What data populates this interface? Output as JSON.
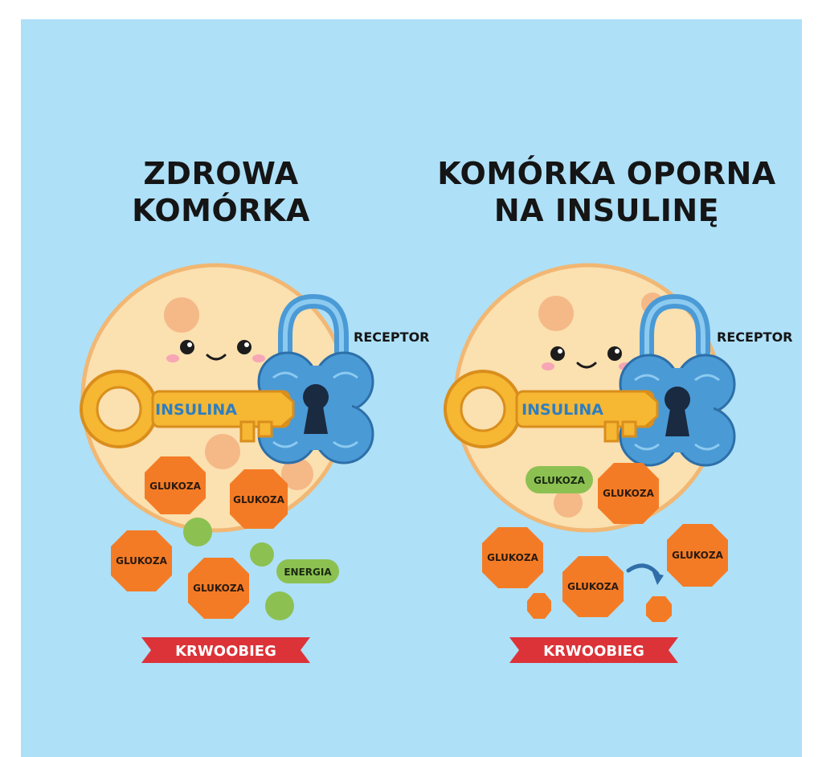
{
  "left_panel": {
    "title_line1": "ZDROWA",
    "title_line2": "KOMÓRKA",
    "receptor_label": "RECEPTOR",
    "insulin_label": "INSULINA",
    "glucose_inside": [
      "GLUKOZA",
      "GLUKOZA"
    ],
    "glucose_outside": [
      "GLUKOZA",
      "GLUKOZA"
    ],
    "energy_label": "ENERGIA",
    "bloodstream_label": "KRWOOBIEG"
  },
  "right_panel": {
    "title_line1": "KOMÓRKA OPORNA",
    "title_line2": "NA INSULINĘ",
    "receptor_label": "RECEPTOR",
    "insulin_label": "INSULINA",
    "glucose_pill": "GLUKOZA",
    "glucose_inside": [
      "GLUKOZA"
    ],
    "glucose_outside": [
      "GLUKOZA",
      "GLUKOZA",
      "GLUKOZA"
    ],
    "bloodstream_label": "KRWOOBIEG"
  },
  "colors": {
    "background": "#aee0f8",
    "cell": "#fbe0b0",
    "glucose": "#f47b25",
    "key": "#f6b733",
    "lock": "#4a9ad6",
    "energy": "#8cc152",
    "banner": "#dc3338"
  }
}
